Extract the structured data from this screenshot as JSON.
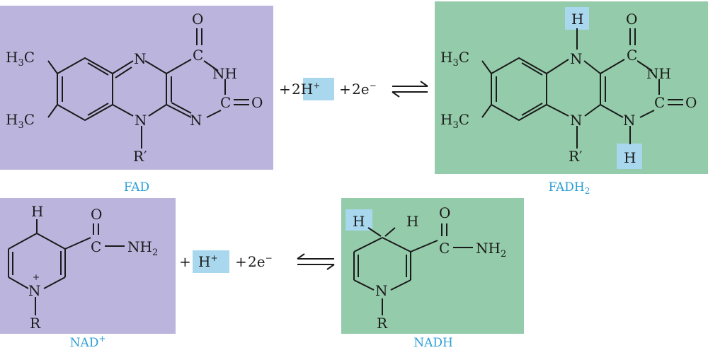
{
  "colors": {
    "oxidized_panel": "#bbb5dd",
    "reduced_panel": "#94cbaa",
    "highlight": "#a9d8ee",
    "caption": "#2a9fd6",
    "ink": "#1a1a1a"
  },
  "fad_reaction": {
    "oxidized": {
      "caption": "FAD",
      "atoms": {
        "h3c_top": "H",
        "h3c_top_sub": "3",
        "h3c_top_c": "C",
        "h3c_bottom": "H",
        "h3c_bottom_sub": "3",
        "h3c_bottom_c": "C",
        "n_top": "N",
        "n_bottom_ring": "N",
        "n_right": "N",
        "nh": "NH",
        "o_top": "O",
        "c_top": "C",
        "c_right": "C",
        "o_right": "O",
        "r_prime": "R′"
      }
    },
    "reagents": {
      "plus1": "+",
      "proton_coef": "2",
      "proton": "H",
      "proton_charge": "+",
      "plus2": "+",
      "electrons": "2e",
      "electrons_charge": "−"
    },
    "reduced": {
      "caption": "FADH",
      "caption_sub": "2",
      "atoms": {
        "h_top": "H",
        "h_bottom": "H",
        "h3c_top": "H",
        "h3c_top_sub": "3",
        "h3c_top_c": "C",
        "h3c_bottom": "H",
        "h3c_bottom_sub": "3",
        "h3c_bottom_c": "C",
        "n_top": "N",
        "n_bottom_ring": "N",
        "n_right": "N",
        "nh": "NH",
        "o_top": "O",
        "c_top": "C",
        "c_right": "C",
        "o_right": "O",
        "r_prime": "R′"
      }
    }
  },
  "nad_reaction": {
    "oxidized": {
      "caption": "NAD",
      "caption_charge": "+",
      "atoms": {
        "h": "H",
        "o": "O",
        "c": "C",
        "nh2": "NH",
        "nh2_sub": "2",
        "n": "N",
        "n_charge": "+",
        "r": "R"
      }
    },
    "reagents": {
      "plus1": "+",
      "proton": "H",
      "proton_charge": "+",
      "plus2": "+",
      "electrons": "2e",
      "electrons_charge": "−"
    },
    "reduced": {
      "caption": "NADH",
      "atoms": {
        "h_left": "H",
        "h_right": "H",
        "o": "O",
        "c": "C",
        "nh2": "NH",
        "nh2_sub": "2",
        "n": "N",
        "r": "R"
      }
    }
  }
}
